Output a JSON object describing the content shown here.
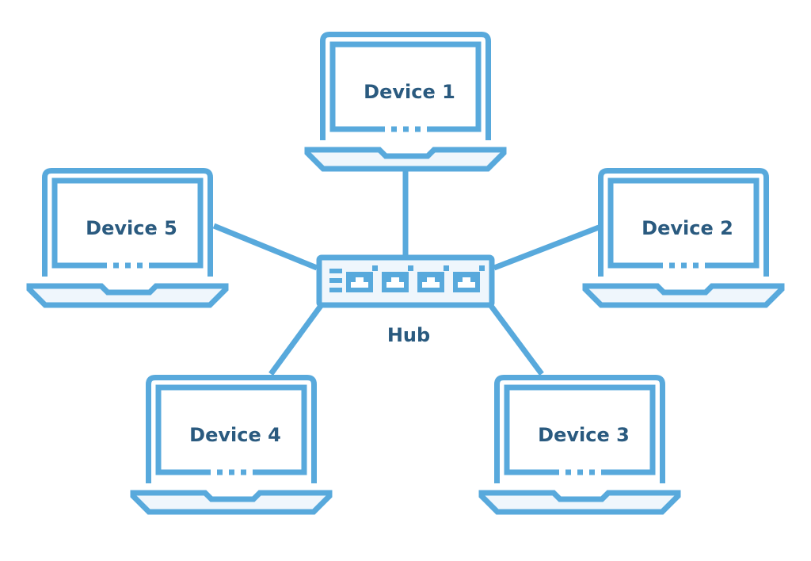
{
  "title": "Star network topology",
  "colors": {
    "line": "#58a9dc",
    "label": "#2a5a7f",
    "fill_light": "#eff6fc",
    "background": "#ffffff"
  },
  "hub": {
    "label": "Hub",
    "icon": "network-hub-icon",
    "port_count": 4
  },
  "devices": [
    {
      "id": "device-1",
      "label": "Device 1",
      "icon": "laptop-icon"
    },
    {
      "id": "device-2",
      "label": "Device 2",
      "icon": "laptop-icon"
    },
    {
      "id": "device-3",
      "label": "Device 3",
      "icon": "laptop-icon"
    },
    {
      "id": "device-4",
      "label": "Device 4",
      "icon": "laptop-icon"
    },
    {
      "id": "device-5",
      "label": "Device 5",
      "icon": "laptop-icon"
    }
  ],
  "connections": [
    {
      "from": "Hub",
      "to": "Device 1"
    },
    {
      "from": "Hub",
      "to": "Device 2"
    },
    {
      "from": "Hub",
      "to": "Device 3"
    },
    {
      "from": "Hub",
      "to": "Device 4"
    },
    {
      "from": "Hub",
      "to": "Device 5"
    }
  ]
}
